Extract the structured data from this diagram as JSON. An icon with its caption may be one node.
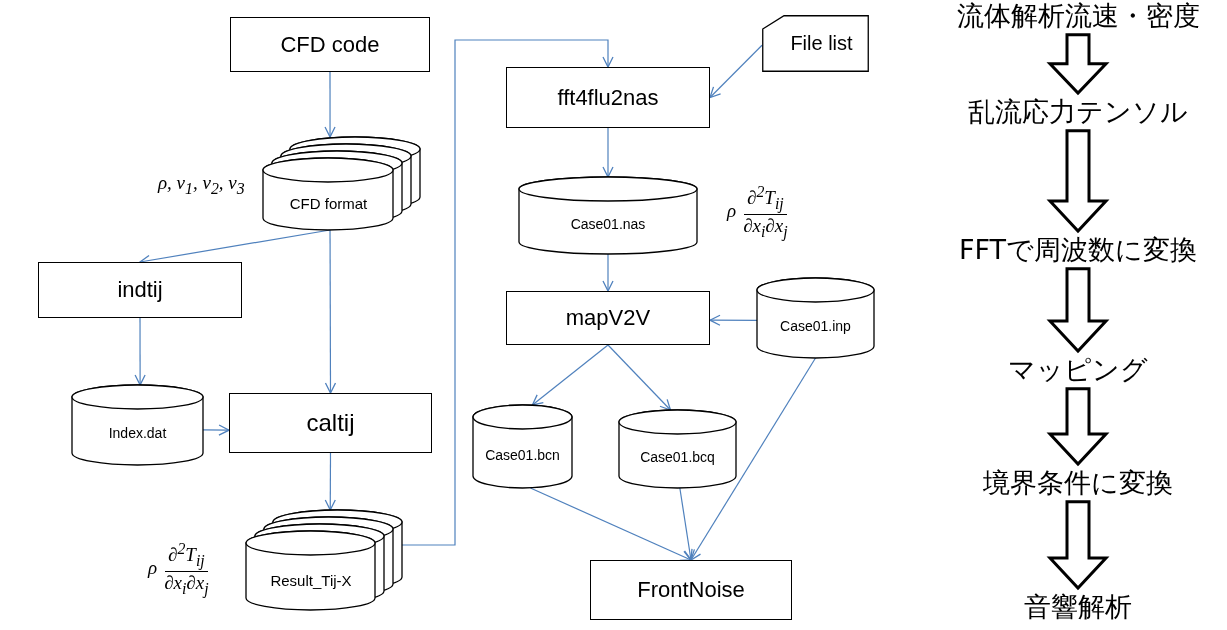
{
  "diagram": {
    "nodes": [
      {
        "text": [
          "CFD code"
        ]
      },
      {
        "text": [
          "CFD format"
        ],
        "beside": [
          "ρ, v$_{1}$, v$_{2}$, v$_{3}$"
        ]
      },
      {
        "text": [
          "indtij"
        ]
      },
      {
        "text": [
          "Index.dat"
        ]
      },
      {
        "text": [
          "caltij"
        ]
      },
      {
        "text": [
          "Result_Tij-X"
        ],
        "beside": [
          "ρ",
          "∂$^{2}$T$_{ij}$",
          "∂x$_{i}$∂x$_{j}$"
        ]
      },
      {
        "text": [
          "fft4flu2nas"
        ]
      },
      {
        "text": [
          "File list"
        ]
      },
      {
        "text": [
          "Case01.nas"
        ],
        "beside": [
          "ρ",
          "∂$^{2}$T$_{ij}$",
          "∂x$_{i}$∂x$_{j}$"
        ]
      },
      {
        "text": [
          "mapV2V"
        ]
      },
      {
        "text": [
          "Case01.inp"
        ]
      },
      {
        "text": [
          "Case01.bcn"
        ]
      },
      {
        "text": [
          "Case01.bcq"
        ]
      },
      {
        "text": [
          "FrontNoise"
        ]
      },
      {
        "text": [
          "流体解析流速・密度"
        ]
      },
      {
        "text": [
          "乱流応力テンソル"
        ]
      },
      {
        "text": [
          "FFTで周波数に変換"
        ]
      },
      {
        "text": [
          "マッピング"
        ]
      },
      {
        "text": [
          "境界条件に変換"
        ]
      },
      {
        "text": [
          "音響解析"
        ]
      }
    ],
    "edges": [
      {
        "from": 0,
        "to": 1,
        "arrow": "to"
      },
      {
        "from": 1,
        "to": 2,
        "arrow": "to"
      },
      {
        "from": 1,
        "to": 4,
        "arrow": "to"
      },
      {
        "from": 2,
        "to": 3,
        "arrow": "to"
      },
      {
        "from": 3,
        "to": 4,
        "arrow": "to"
      },
      {
        "from": 4,
        "to": 5,
        "arrow": "to"
      },
      {
        "from": 5,
        "to": 6,
        "arrow": "to"
      },
      {
        "from": 7,
        "to": 6,
        "arrow": "to"
      },
      {
        "from": 6,
        "to": 8,
        "arrow": "to"
      },
      {
        "from": 8,
        "to": 9,
        "arrow": "to"
      },
      {
        "from": 10,
        "to": 9,
        "arrow": "to"
      },
      {
        "from": 9,
        "to": 11,
        "arrow": "to"
      },
      {
        "from": 9,
        "to": 12,
        "arrow": "to"
      },
      {
        "from": 11,
        "to": 13,
        "arrow": "to"
      },
      {
        "from": 12,
        "to": 13,
        "arrow": "to"
      },
      {
        "from": 10,
        "to": 13,
        "arrow": "to"
      },
      {
        "from": 14,
        "to": 15,
        "arrow": "to",
        "style": "thick",
        "color": "#000000"
      },
      {
        "from": 15,
        "to": 16,
        "arrow": "to",
        "style": "thick",
        "color": "#000000"
      },
      {
        "from": 16,
        "to": 17,
        "arrow": "to",
        "style": "thick",
        "color": "#000000"
      },
      {
        "from": 17,
        "to": 18,
        "arrow": "to",
        "style": "thick",
        "color": "#000000"
      },
      {
        "from": 18,
        "to": 19,
        "arrow": "to",
        "style": "thick",
        "color": "#000000"
      }
    ]
  }
}
